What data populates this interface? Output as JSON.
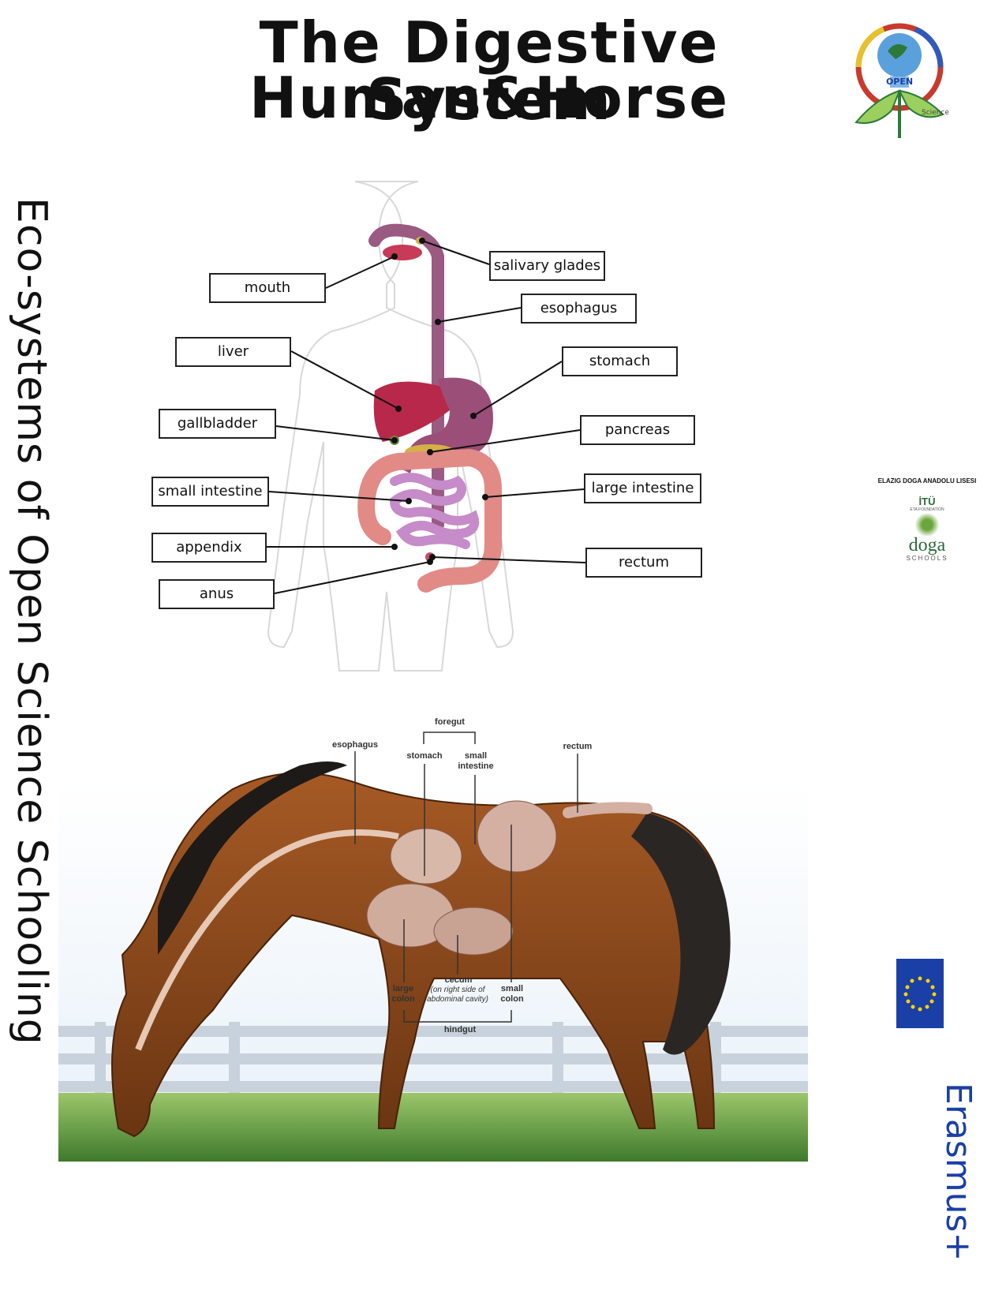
{
  "header": {
    "title_line1": "The Digestive System",
    "title_line2": "Human&Horse"
  },
  "side_text": "Eco-systems of Open Science Schooling",
  "logo_top": {
    "text": "OPEN",
    "sub": "Science"
  },
  "school_logo": {
    "name": "ELAZIG DOGA ANADOLU LISESI",
    "itu": "İTÜ",
    "itu_sub": "ETA FOUNDATION",
    "brand": "doga",
    "brand_sub": "SCHOOLS"
  },
  "erasmus": "Erasmus+",
  "human_labels": {
    "mouth": "mouth",
    "liver": "liver",
    "gallbladder": "gallbladder",
    "small_intestine": "small intestine",
    "appendix": "appendix",
    "anus": "anus",
    "salivary": "salivary glades",
    "esophagus": "esophagus",
    "stomach": "stomach",
    "pancreas": "pancreas",
    "large_intestine": "large intestine",
    "rectum": "rectum"
  },
  "horse_labels": {
    "foregut": "foregut",
    "esophagus": "esophagus",
    "stomach": "stomach",
    "small_intestine": "small intestine",
    "rectum": "rectum",
    "cecum": "cecum",
    "cecum_note": "(on right side of abdominal cavity)",
    "large_colon": "large colon",
    "small_colon": "small colon",
    "hindgut": "hindgut"
  },
  "colors": {
    "esophagus": "#9b5a82",
    "liver": "#b8284a",
    "stomach": "#9a4e78",
    "pancreas": "#d4b046",
    "large_intestine": "#e28a86",
    "small_intestine": "#c68bc9",
    "horse": "#8a4a1e",
    "erasmus_blue": "#1a3fa6"
  }
}
